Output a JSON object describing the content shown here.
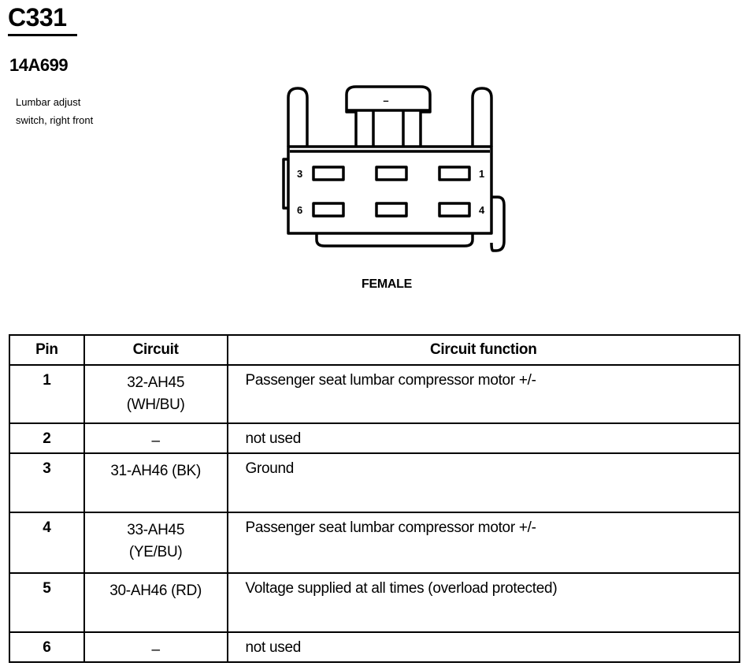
{
  "header": {
    "connector_id": "C331",
    "part_number": "14A699",
    "description_lines": [
      "Lumbar adjust",
      "switch, right front"
    ]
  },
  "diagram": {
    "gender": "FEMALE",
    "pin_labels": {
      "p1": "1",
      "p3": "3",
      "p4": "4",
      "p6": "6",
      "tab": "–"
    }
  },
  "table": {
    "headers": {
      "pin": "Pin",
      "circuit": "Circuit",
      "function": "Circuit function"
    },
    "rows": [
      {
        "pin": "1",
        "circuit_lines": [
          "32-AH45",
          "(WH/BU)"
        ],
        "function": "Passenger seat lumbar compressor motor  +/-"
      },
      {
        "pin": "2",
        "circuit_lines": [
          "–"
        ],
        "function": "not used"
      },
      {
        "pin": "3",
        "circuit_lines": [
          "31-AH46 (BK)"
        ],
        "function": "Ground"
      },
      {
        "pin": "4",
        "circuit_lines": [
          "33-AH45",
          "(YE/BU)"
        ],
        "function": "Passenger seat lumbar compressor motor  +/-"
      },
      {
        "pin": "5",
        "circuit_lines": [
          "30-AH46 (RD)"
        ],
        "function": "Voltage supplied at all times (overload protected)"
      },
      {
        "pin": "6",
        "circuit_lines": [
          "–"
        ],
        "function": "not used"
      }
    ]
  }
}
